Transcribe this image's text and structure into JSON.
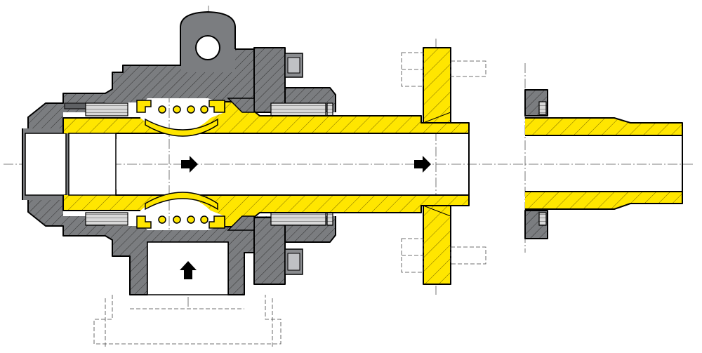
{
  "figure": {
    "kind": "rotary joint cross-section",
    "colors": {
      "housing": "#7b7d80",
      "rotor": "#ffe600",
      "outline": "#000000",
      "background": "#ffffff"
    },
    "flow_arrows": [
      {
        "direction": "right"
      },
      {
        "direction": "right"
      },
      {
        "direction": "up"
      }
    ]
  }
}
